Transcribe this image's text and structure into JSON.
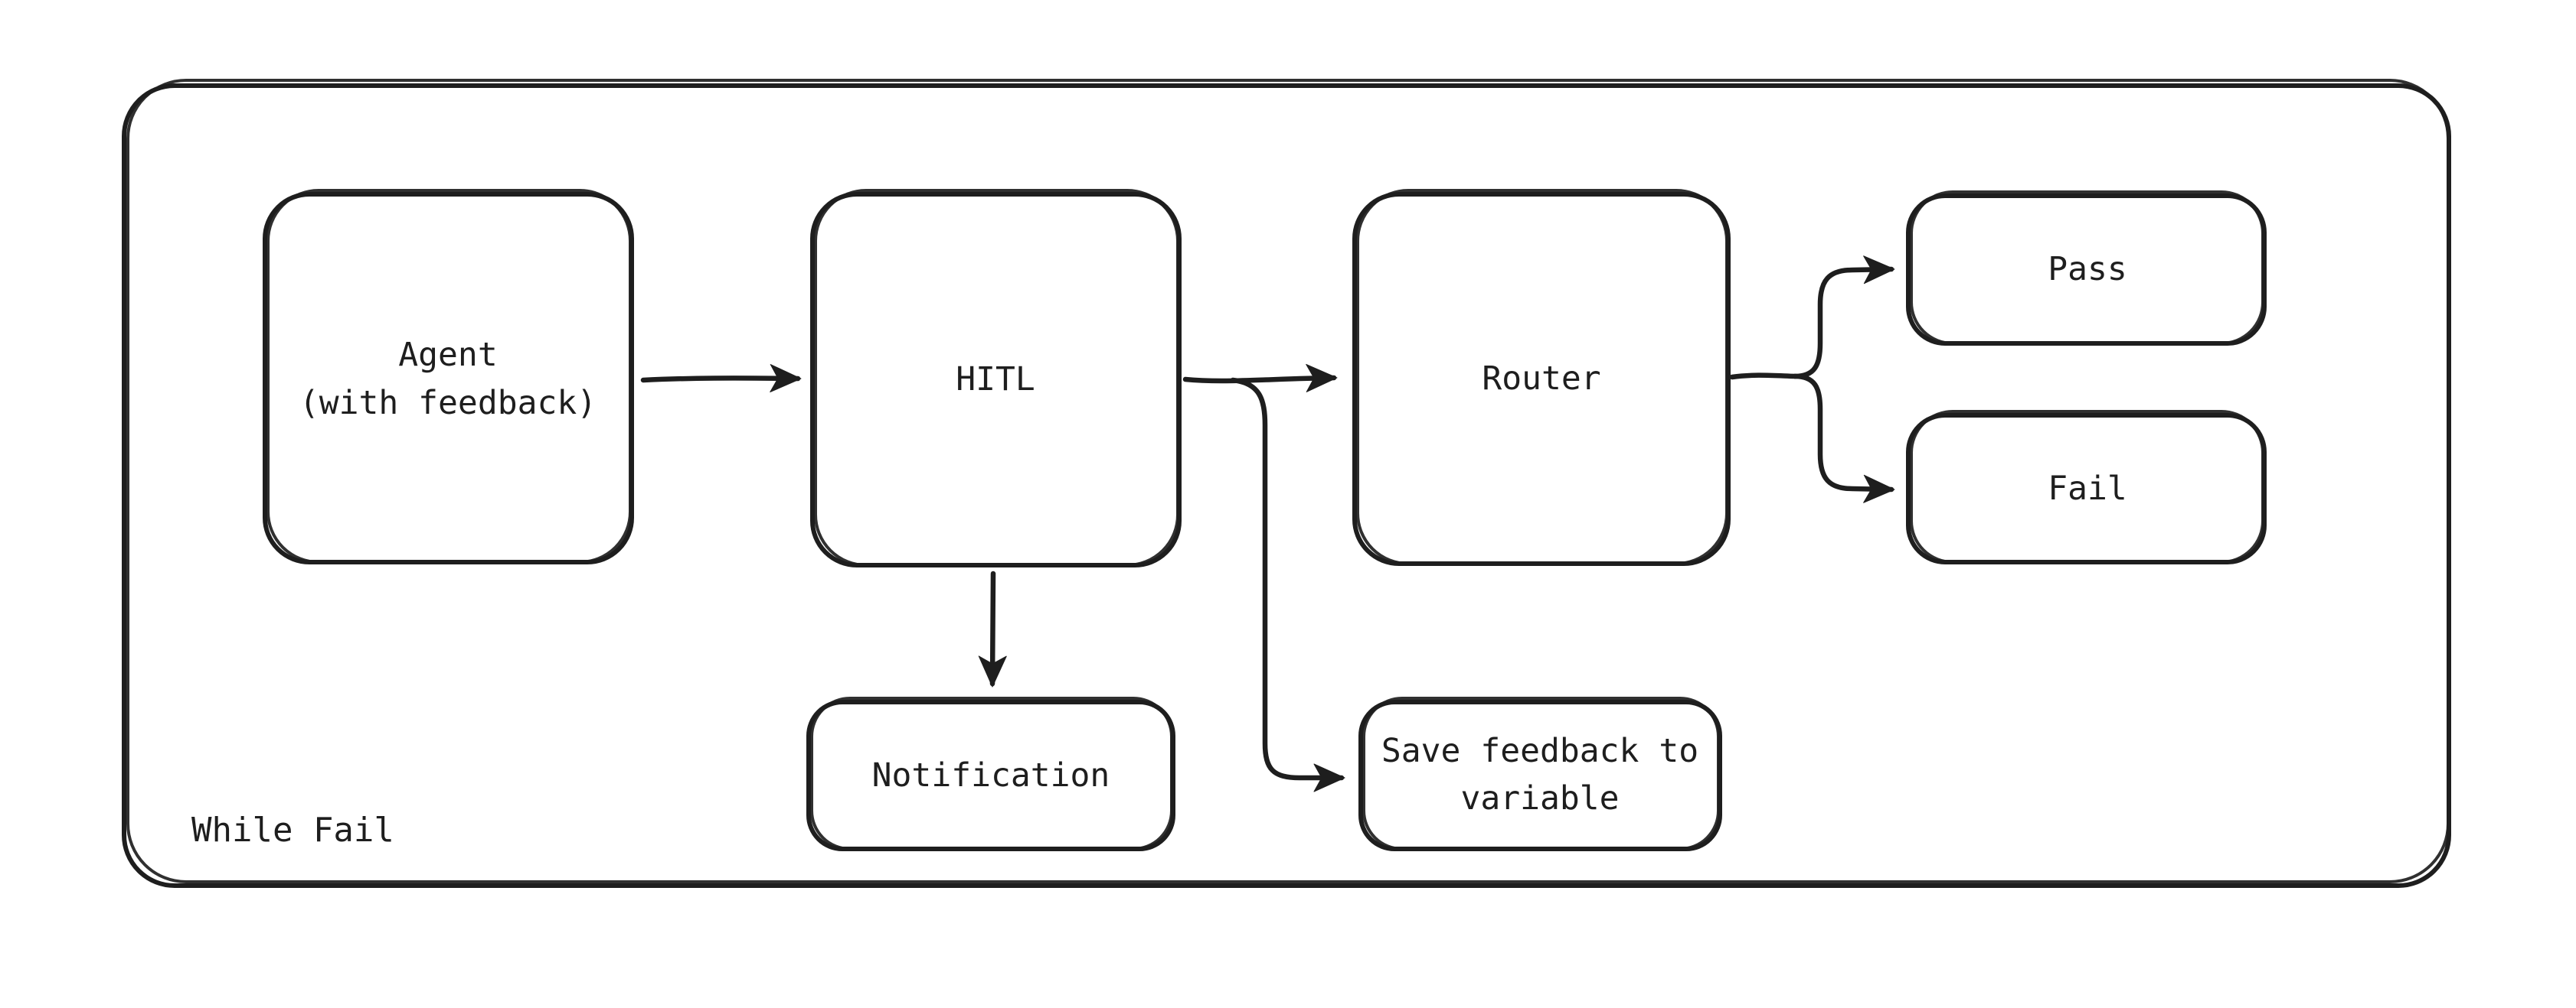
{
  "diagram": {
    "type": "flowchart",
    "style": "hand-drawn",
    "background": "#ffffff",
    "stroke_color": "#1e1e1e",
    "container": {
      "label": "While Fail"
    },
    "nodes": {
      "agent": {
        "lines": [
          "Agent",
          "(with feedback)"
        ]
      },
      "hitl": {
        "label": "HITL"
      },
      "router": {
        "label": "Router"
      },
      "pass": {
        "label": "Pass"
      },
      "fail": {
        "label": "Fail"
      },
      "notification": {
        "label": "Notification"
      },
      "save_feedback": {
        "lines": [
          "Save feedback to",
          "variable"
        ]
      }
    },
    "edges": [
      {
        "from": "Agent (with feedback)",
        "to": "HITL"
      },
      {
        "from": "HITL",
        "to": "Router"
      },
      {
        "from": "HITL",
        "to": "Notification"
      },
      {
        "from": "HITL",
        "to": "Save feedback to variable"
      },
      {
        "from": "Router",
        "to": "Pass"
      },
      {
        "from": "Router",
        "to": "Fail"
      }
    ]
  }
}
